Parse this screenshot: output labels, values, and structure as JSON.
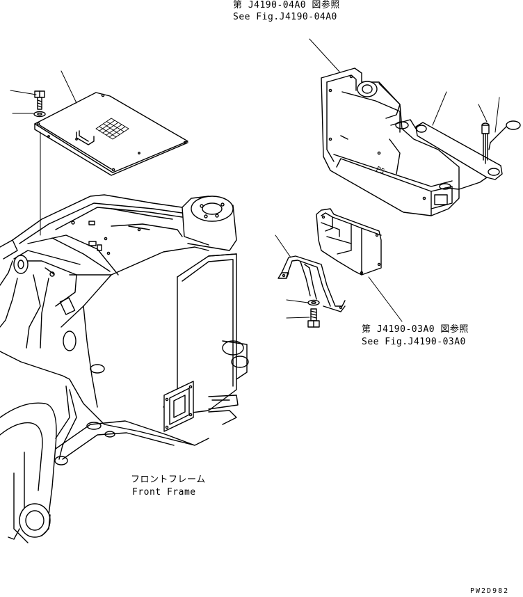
{
  "callouts": {
    "ref_upper_jp": "第 J4190-04A0 図参照",
    "ref_upper_en": "See Fig.J4190-04A0",
    "ref_lower_jp": "第 J4190-03A0 図参照",
    "ref_lower_en": "See Fig.J4190-03A0",
    "front_frame_jp": "フロントフレーム",
    "front_frame_en": "Front Frame"
  },
  "drawing_code": "PW2D982"
}
